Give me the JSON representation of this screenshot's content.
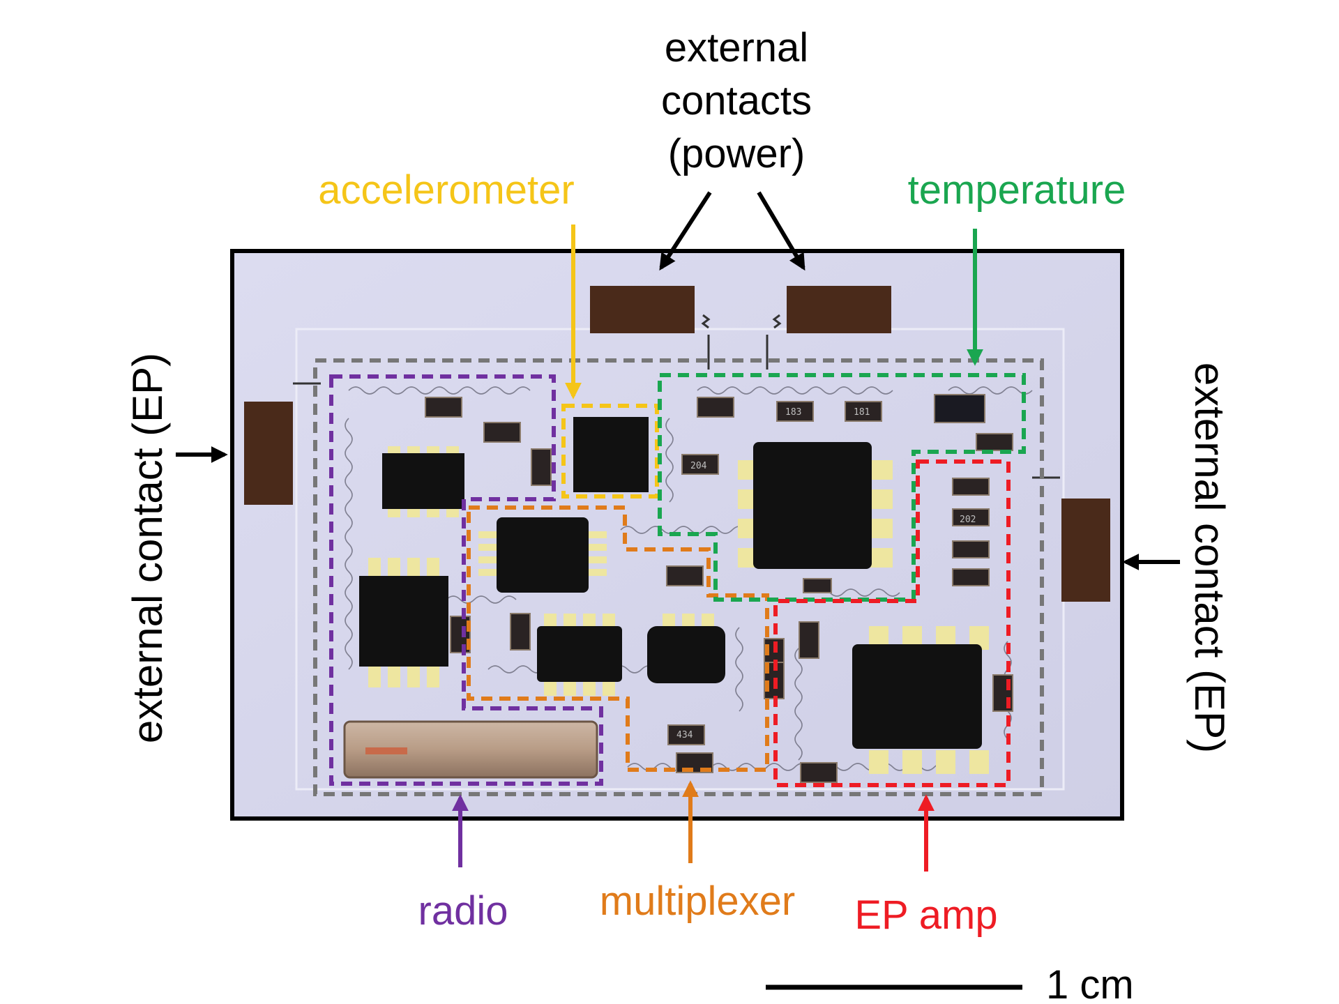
{
  "labels": {
    "power_line1": "external",
    "power_line2": "contacts",
    "power_line3": "(power)",
    "accelerometer": "accelerometer",
    "temperature": "temperature",
    "ep_left": "external contact (EP)",
    "ep_right": "external contact (EP)",
    "radio": "radio",
    "multiplexer": "multiplexer",
    "ep_amp": "EP amp",
    "scale": "1 cm"
  },
  "colors": {
    "accelerometer": "#f5c518",
    "temperature": "#1aa650",
    "radio": "#7030a0",
    "multiplexer": "#e07b1a",
    "ep_amp": "#ee1c24",
    "outline": "#777777",
    "arrow": "#000000",
    "substrate": "#d7d6ec",
    "chip": "#111111",
    "pad": "#eee6a0",
    "contact": "#4a2a1a"
  },
  "resistor_codes": [
    "204",
    "183",
    "181",
    "202",
    "434"
  ]
}
